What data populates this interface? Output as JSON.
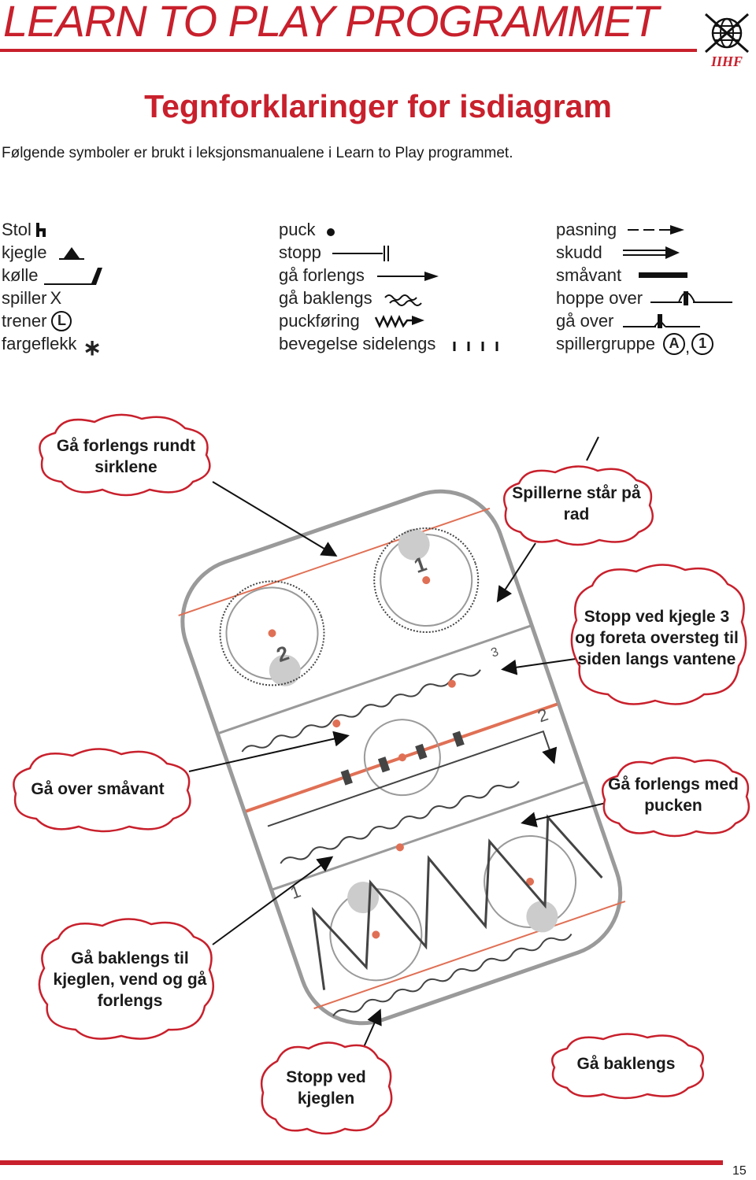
{
  "header": {
    "title": "LEARN TO PLAY PROGRAMMET",
    "logo_text": "IIHF"
  },
  "page_title": "Tegnforklaringer for isdiagram",
  "intro": "Følgende symboler er brukt i leksjonsmanualene i Learn to Play programmet.",
  "legend": {
    "col1": [
      {
        "label": "Stol",
        "icon": "chair-icon"
      },
      {
        "label": "kjegle",
        "icon": "cone-icon"
      },
      {
        "label": "kølle",
        "icon": "stick-icon"
      },
      {
        "label": "spiller",
        "icon": "player-icon"
      },
      {
        "label": "trener",
        "icon": "coach-icon"
      },
      {
        "label": "fargeflekk",
        "icon": "spot-icon"
      }
    ],
    "col2": [
      {
        "label": "puck",
        "icon": "puck-icon"
      },
      {
        "label": "stopp",
        "icon": "stop-icon"
      },
      {
        "label": "gå forlengs",
        "icon": "forward-arrow-icon"
      },
      {
        "label": "gå baklengs",
        "icon": "backward-wave-icon"
      },
      {
        "label": "puckføring",
        "icon": "puck-carry-icon"
      },
      {
        "label": "bevegelse sidelengs",
        "icon": "sideways-icon"
      }
    ],
    "col3": [
      {
        "label": "pasning",
        "icon": "pass-icon"
      },
      {
        "label": "skudd",
        "icon": "shot-icon"
      },
      {
        "label": "småvant",
        "icon": "small-board-icon"
      },
      {
        "label": "hoppe over",
        "icon": "jump-over-icon"
      },
      {
        "label": "gå over",
        "icon": "step-over-icon"
      },
      {
        "label": "spillergruppe",
        "icon": "player-group-icon"
      }
    ],
    "coach_symbol": "L",
    "player_symbol": "X",
    "group_symbols": [
      "A",
      "1"
    ],
    "group_separator": ","
  },
  "callouts": {
    "forward_circles": "Gå forlengs rundt sirklene",
    "players_row": "Spillerne står på rad",
    "stop_cone": "Stopp ved kjegle 3 og foreta oversteg til siden langs vantene",
    "step_board": "Gå over småvant",
    "forward_puck": "Gå forlengs med pucken",
    "backward_turn": "Gå baklengs til kjeglen, vend og gå forlengs",
    "stop_at_cone": "Stopp ved kjeglen",
    "backward": "Gå baklengs"
  },
  "rink_labels": {
    "one": "1",
    "two": "2",
    "three": "3"
  },
  "colors": {
    "brand_red": "#c8202c",
    "rink_line": "#9a9a9a",
    "spot": "#e07055"
  },
  "page_number": "15"
}
